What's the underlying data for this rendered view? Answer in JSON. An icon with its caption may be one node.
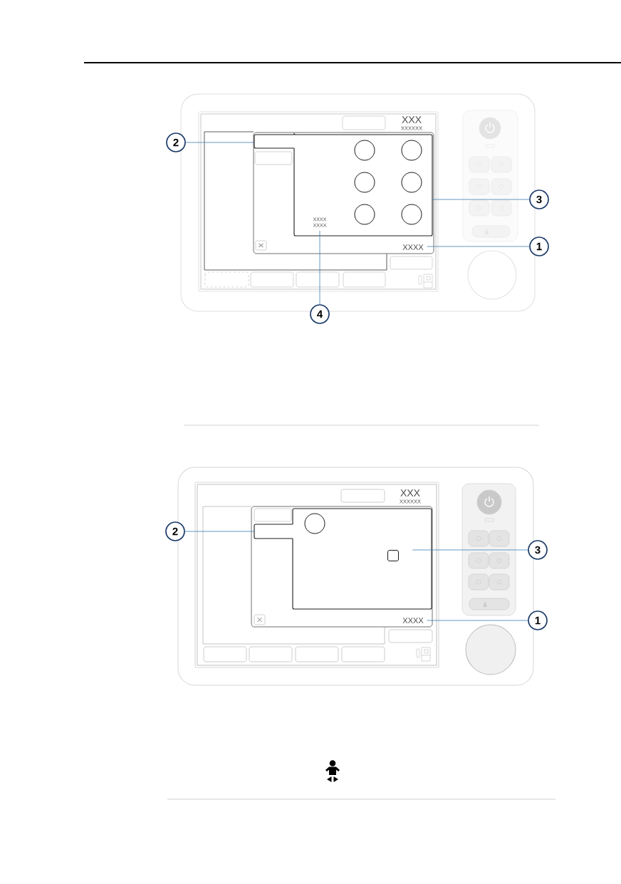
{
  "diagram": {
    "nodes": [
      {
        "text": [],
        "shape": "box"
      },
      {
        "text": [],
        "shape": "box",
        "in": 0
      },
      {
        "text": [],
        "shape": "box",
        "in": 0
      },
      {
        "text": [
          "XXXX XXXX"
        ],
        "in": 2
      },
      {
        "text": [
          "XXXX"
        ],
        "in": 0
      },
      {
        "text": [
          "2"
        ]
      },
      {
        "text": [
          "3"
        ]
      },
      {
        "text": [
          "1"
        ]
      },
      {
        "text": [
          "4"
        ]
      },
      {
        "text": [],
        "shape": "box"
      },
      {
        "text": [],
        "shape": "box",
        "in": 9
      },
      {
        "text": [],
        "shape": "box",
        "in": 9
      },
      {
        "text": [
          "XXXX"
        ],
        "in": 9
      },
      {
        "text": [
          "2"
        ]
      },
      {
        "text": [
          "3"
        ]
      },
      {
        "text": [
          "1"
        ]
      }
    ],
    "edges": [
      {
        "from": 5,
        "to": 1,
        "arrow": "none"
      },
      {
        "from": 6,
        "to": 2,
        "arrow": "none"
      },
      {
        "from": 7,
        "to": 4,
        "arrow": "none"
      },
      {
        "from": 8,
        "to": 3,
        "arrow": "none"
      },
      {
        "from": 13,
        "to": 10,
        "arrow": "none"
      },
      {
        "from": 14,
        "to": 11,
        "arrow": "none"
      },
      {
        "from": 15,
        "to": 12,
        "arrow": "none"
      }
    ],
    "labels": [
      "XXX",
      "XXXXXX",
      "XXX",
      "XXXXXX"
    ]
  }
}
